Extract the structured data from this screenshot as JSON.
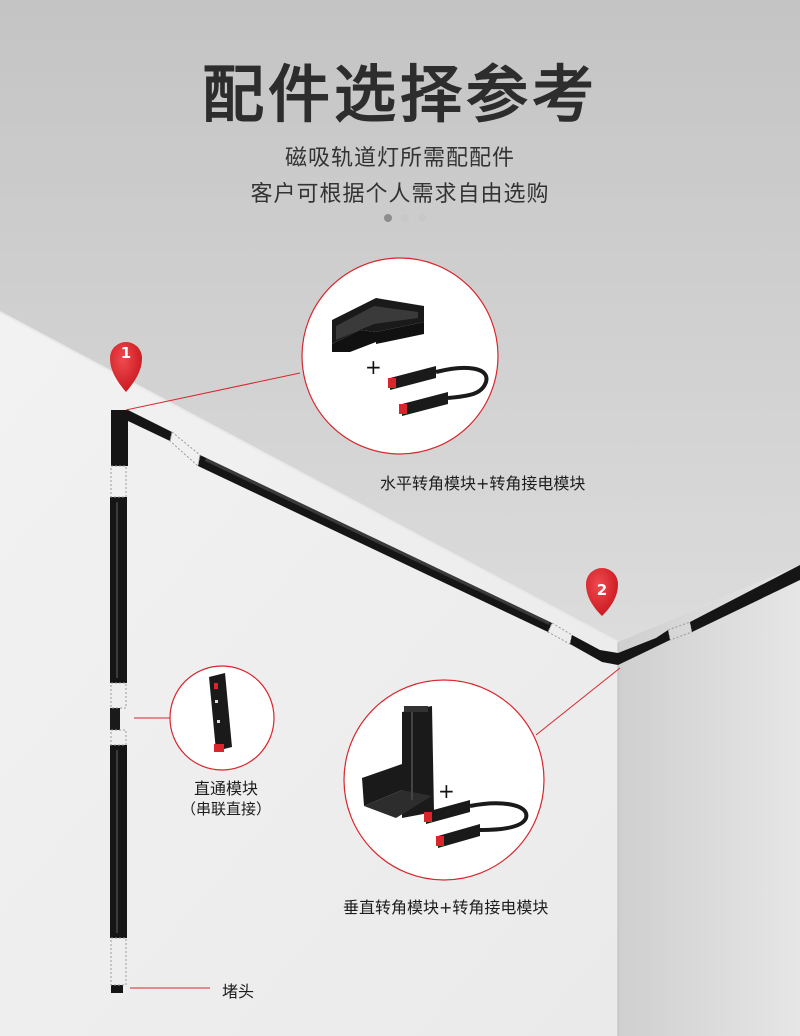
{
  "header": {
    "title": "配件选择参考",
    "subtitle_line1": "磁吸轨道灯所需配配件",
    "subtitle_line2": "客户可根据个人需求自由选购"
  },
  "carousel": {
    "dots": 3,
    "active_index": 0
  },
  "markers": {
    "marker1": "1",
    "marker2": "2"
  },
  "labels": {
    "horizontal_corner": "水平转角模块+转角接电模块",
    "vertical_corner": "垂直转角模块+转角接电模块",
    "straight_module": "直通模块",
    "straight_module_note": "（串联直接）",
    "end_cap": "堵头"
  },
  "colors": {
    "accent": "#d8262c",
    "track": "#151515",
    "wall_gray": "#bdbdbd",
    "ceiling_gray": "#d0d0d0"
  }
}
